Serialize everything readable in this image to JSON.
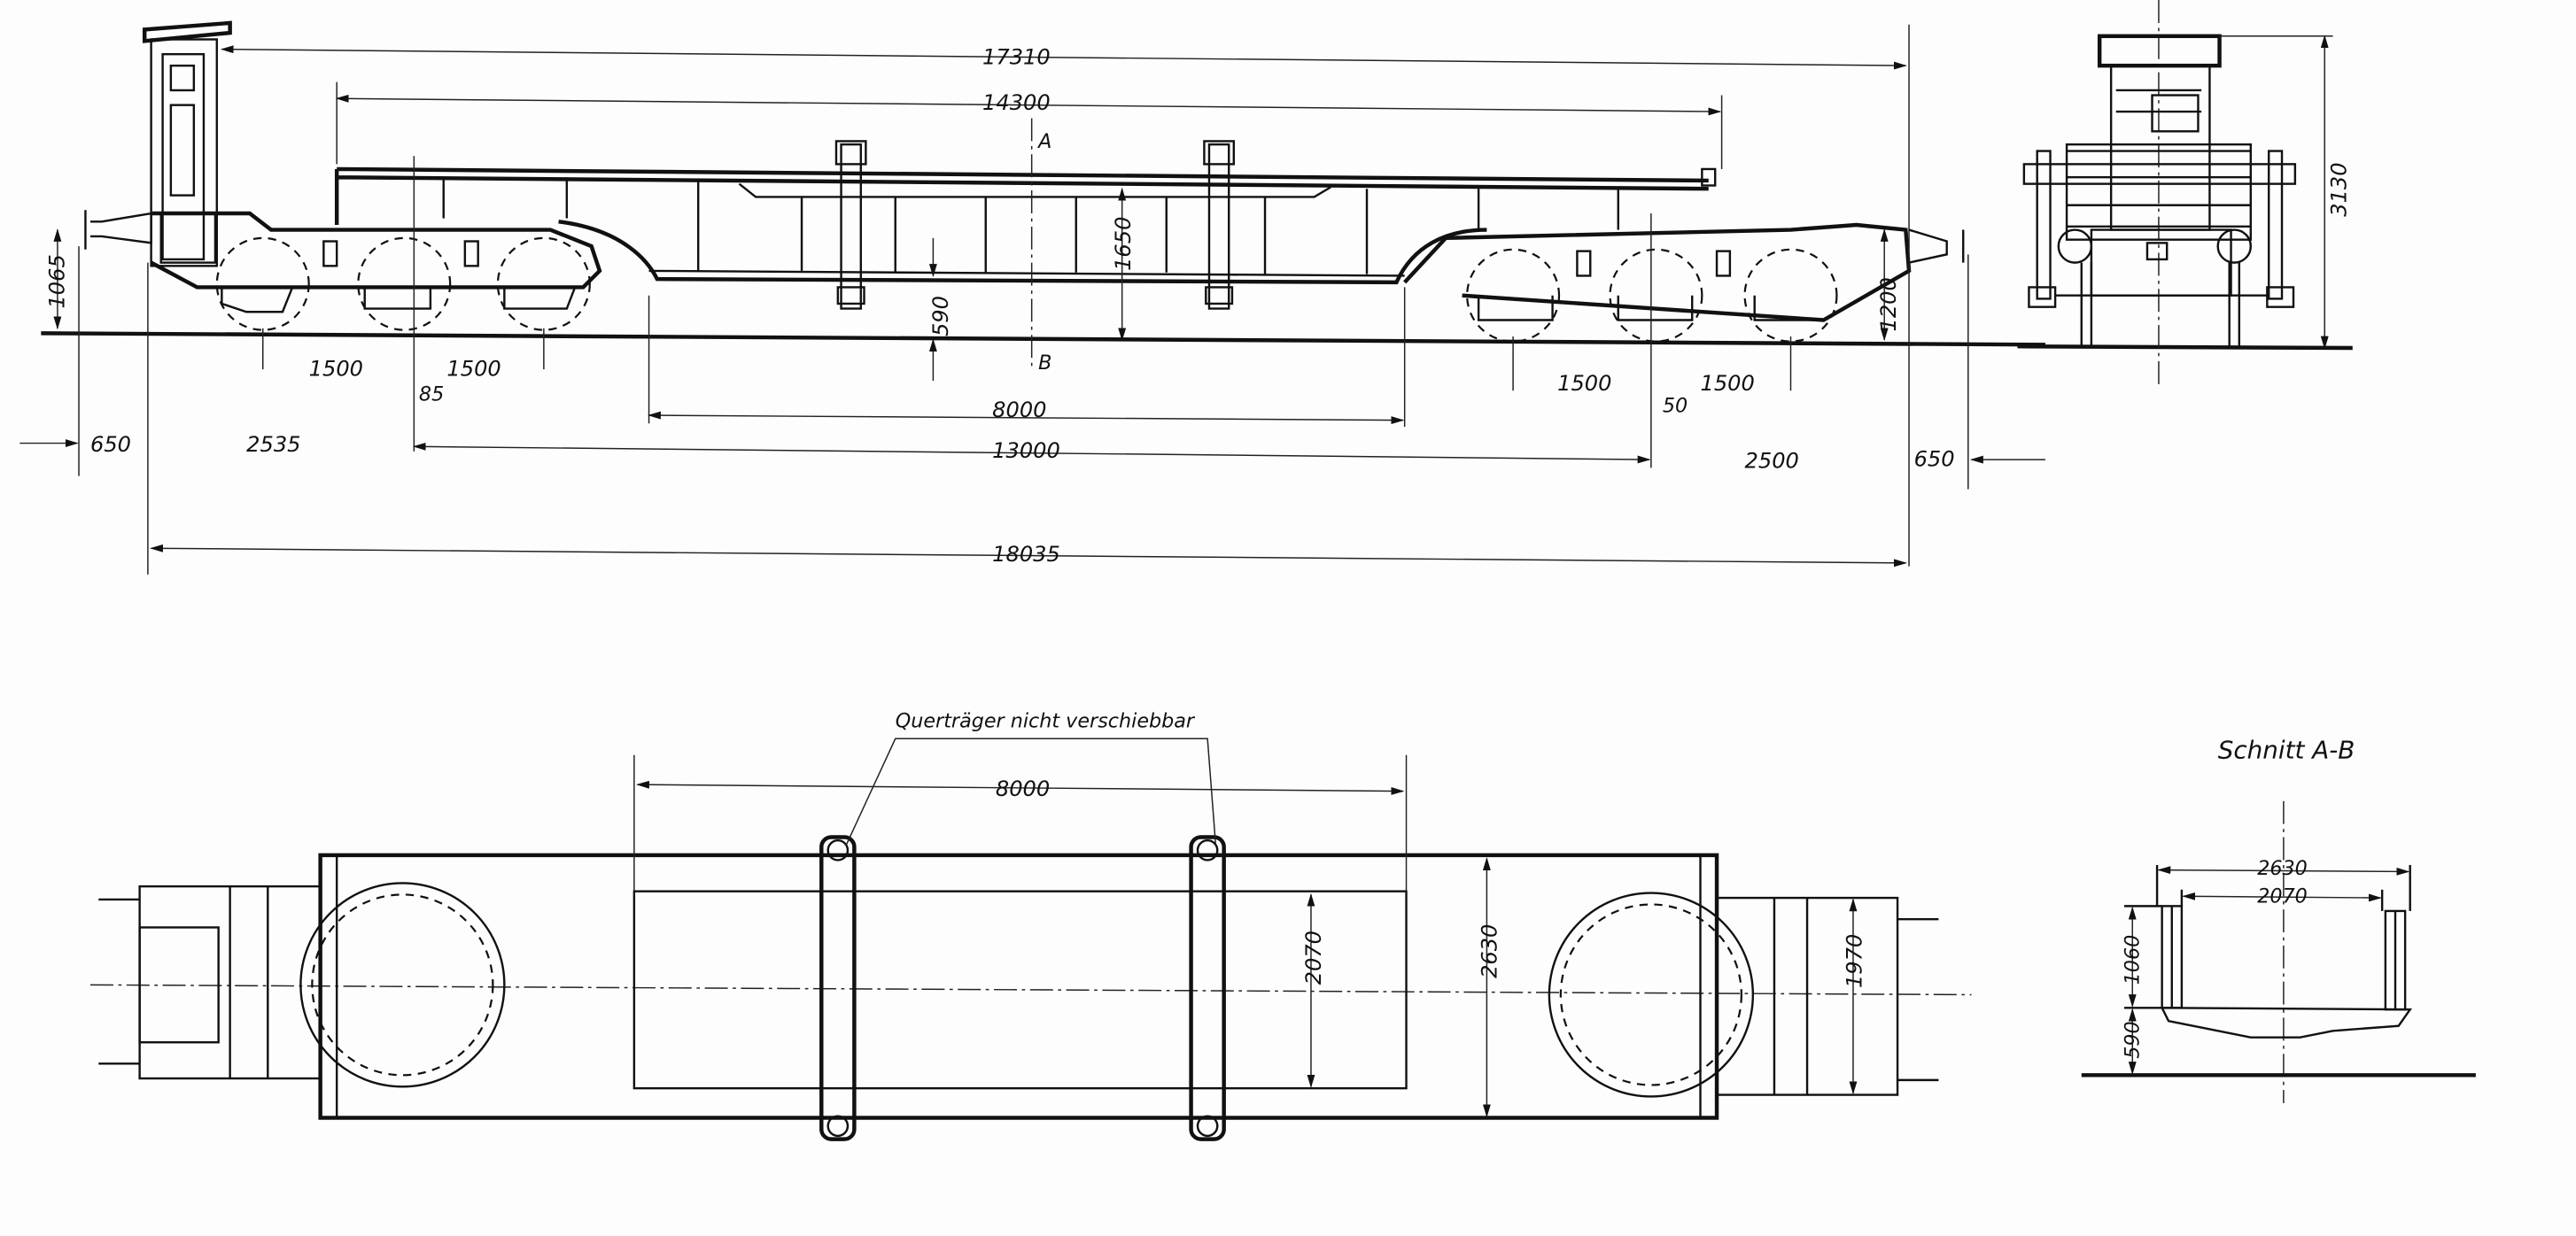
{
  "side_view": {
    "overall_length_over_platform": "17310",
    "loading_deck_length": "14300",
    "section_mark_top": "A",
    "section_mark_bottom": "B",
    "height_frame": "1650",
    "height_deck_above_rail": "590",
    "coupling_height": "1065",
    "axle_spacing_left_1": "1500",
    "axle_spacing_left_2": "1500",
    "offset_left": "85",
    "well_length": "8000",
    "buffer_overhang_left": "650",
    "left_end_to_pivot": "2535",
    "bogie_centres": "13000",
    "overall_length": "18035",
    "axle_spacing_right_1": "1500",
    "axle_spacing_right_2": "1500",
    "offset_right": "50",
    "right_pivot_to_end": "2500",
    "buffer_overhang_right": "650",
    "bogie_frame_height": "1200"
  },
  "end_view": {
    "overall_height": "3130"
  },
  "plan_view": {
    "note": "Querträger nicht verschiebbar",
    "well_length": "8000",
    "inner_width": "2070",
    "outer_width": "2630",
    "bogie_width": "1970"
  },
  "section_ab": {
    "title": "Schnitt A-B",
    "outer_width": "2630",
    "inner_width": "2070",
    "side_height": "1060",
    "deck_height": "590"
  }
}
